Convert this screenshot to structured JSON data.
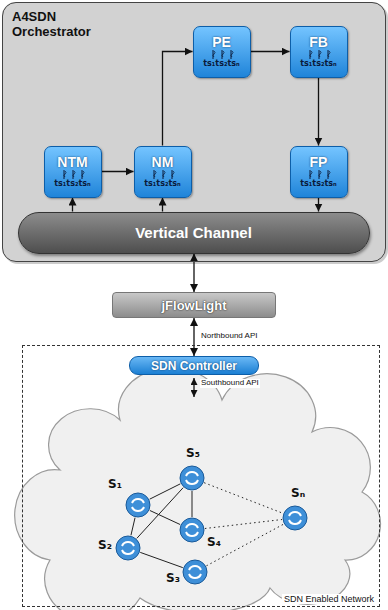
{
  "diagram": {
    "nodes": [
      {
        "text": [
          "A4SDN Orchestrator"
        ]
      },
      {
        "text": [
          "NTM",
          "ts₁ts₂tsₙ"
        ],
        "in": 0
      },
      {
        "text": [
          "NM",
          "ts₁ts₂tsₙ"
        ],
        "in": 0
      },
      {
        "text": [
          "PE",
          "ts₁ts₂tsₙ"
        ],
        "in": 0
      },
      {
        "text": [
          "FB",
          "ts₁ts₂tsₙ"
        ],
        "in": 0
      },
      {
        "text": [
          "FP",
          "ts₁ts₂tsₙ"
        ],
        "in": 0
      },
      {
        "text": [
          "Vertical Channel"
        ],
        "in": 0
      },
      {
        "text": [
          "jFlowLight"
        ]
      },
      {
        "text": [
          "SDN Enabled Network"
        ]
      },
      {
        "text": [
          "SDN Controller"
        ],
        "in": 8
      },
      {
        "text": [
          "S₅"
        ],
        "in": 8
      },
      {
        "text": [
          "S₁"
        ],
        "in": 8
      },
      {
        "text": [
          "Sₙ"
        ],
        "in": 8
      },
      {
        "text": [
          "S₄"
        ],
        "in": 8
      },
      {
        "text": [
          "S₂"
        ],
        "in": 8
      },
      {
        "text": [
          "S₃"
        ],
        "in": 8
      }
    ],
    "edges": [
      {
        "from": 1,
        "to": 2,
        "arrow": "to"
      },
      {
        "from": 2,
        "to": 3,
        "arrow": "to"
      },
      {
        "from": 3,
        "to": 4,
        "arrow": "to"
      },
      {
        "from": 4,
        "to": 5,
        "arrow": "to"
      },
      {
        "from": 6,
        "to": 1,
        "arrow": "to"
      },
      {
        "from": 6,
        "to": 2,
        "arrow": "to"
      },
      {
        "from": 5,
        "to": 6,
        "arrow": "to"
      },
      {
        "from": 6,
        "to": 7,
        "arrow": "both"
      },
      {
        "from": 7,
        "to": 9,
        "label": "Northbound API",
        "arrow": "both"
      },
      {
        "from": 11,
        "to": 10,
        "arrow": "none"
      },
      {
        "from": 11,
        "to": 13,
        "arrow": "none"
      },
      {
        "from": 11,
        "to": 14,
        "arrow": "none"
      },
      {
        "from": 14,
        "to": 10,
        "arrow": "none"
      },
      {
        "from": 14,
        "to": 15,
        "arrow": "none"
      },
      {
        "from": 10,
        "to": 13,
        "arrow": "none"
      },
      {
        "from": 10,
        "to": 12,
        "arrow": "none"
      },
      {
        "from": 13,
        "to": 12,
        "arrow": "none"
      },
      {
        "from": 15,
        "to": 12,
        "arrow": "none"
      }
    ],
    "labels": [
      "Southbound API"
    ]
  }
}
